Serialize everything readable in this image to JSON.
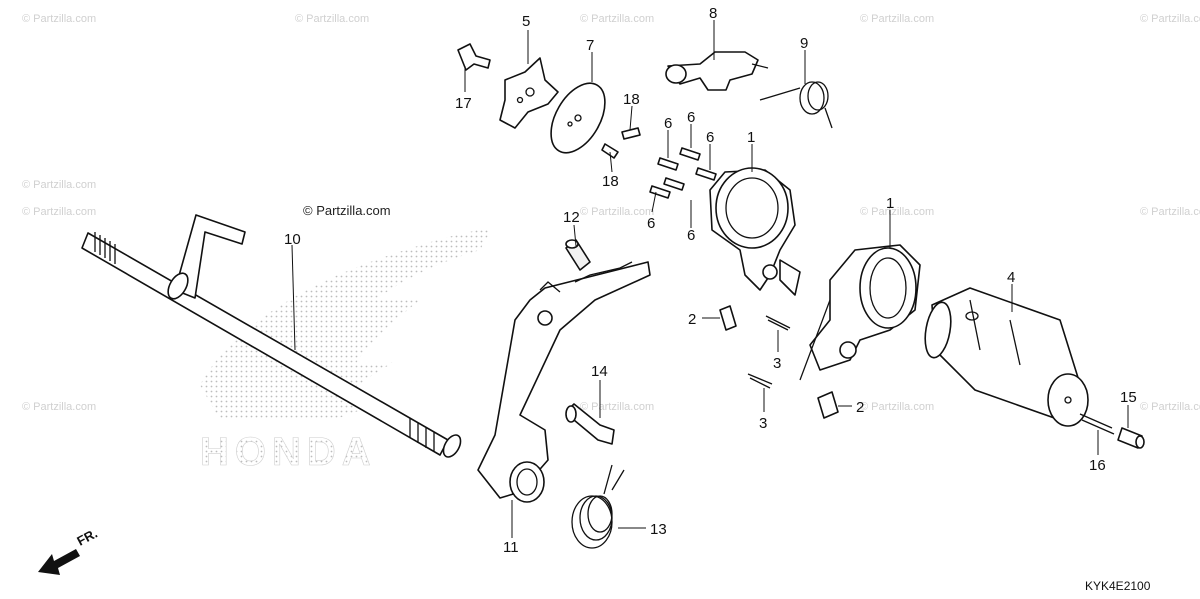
{
  "watermark": {
    "text": "© Partzilla.com",
    "center_text": "© Partzilla.com",
    "logo_text": "HONDA"
  },
  "diagram_code": "KYK4E2100",
  "direction_label": "FR.",
  "callouts": [
    {
      "id": "c1a",
      "label": "1"
    },
    {
      "id": "c1b",
      "label": "1"
    },
    {
      "id": "c2a",
      "label": "2"
    },
    {
      "id": "c2b",
      "label": "2"
    },
    {
      "id": "c3a",
      "label": "3"
    },
    {
      "id": "c3b",
      "label": "3"
    },
    {
      "id": "c4",
      "label": "4"
    },
    {
      "id": "c5",
      "label": "5"
    },
    {
      "id": "c6a",
      "label": "6"
    },
    {
      "id": "c6b",
      "label": "6"
    },
    {
      "id": "c6c",
      "label": "6"
    },
    {
      "id": "c6d",
      "label": "6"
    },
    {
      "id": "c6e",
      "label": "6"
    },
    {
      "id": "c7",
      "label": "7"
    },
    {
      "id": "c8",
      "label": "8"
    },
    {
      "id": "c9",
      "label": "9"
    },
    {
      "id": "c10",
      "label": "10"
    },
    {
      "id": "c11",
      "label": "11"
    },
    {
      "id": "c12",
      "label": "12"
    },
    {
      "id": "c13",
      "label": "13"
    },
    {
      "id": "c14",
      "label": "14"
    },
    {
      "id": "c15",
      "label": "15"
    },
    {
      "id": "c16",
      "label": "16"
    },
    {
      "id": "c17",
      "label": "17"
    },
    {
      "id": "c18a",
      "label": "18"
    },
    {
      "id": "c18b",
      "label": "18"
    }
  ]
}
